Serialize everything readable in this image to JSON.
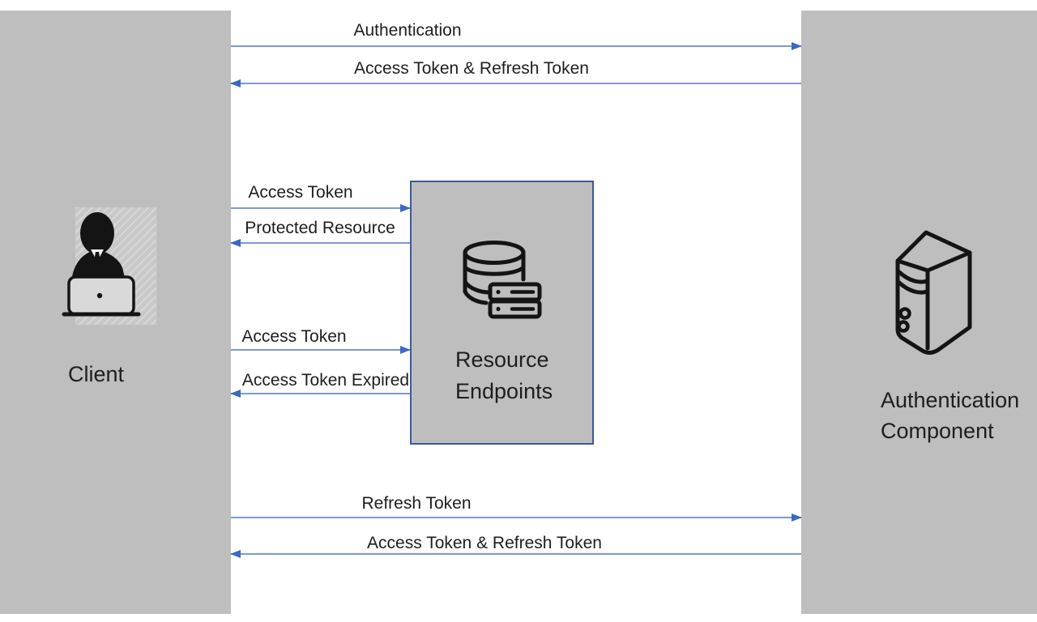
{
  "diagram": {
    "entities": {
      "client": {
        "label": "Client",
        "icon": "person-at-laptop-icon"
      },
      "resource_endpoints": {
        "line1": "Resource",
        "line2": "Endpoints",
        "icon": "database-icon"
      },
      "authentication_component": {
        "line1": "Authentication",
        "line2": "Component",
        "icon": "server-icon"
      }
    },
    "messages": [
      {
        "label": "Authentication",
        "from": "client",
        "to": "authentication_component",
        "direction": "right"
      },
      {
        "label": "Access Token & Refresh Token",
        "from": "authentication_component",
        "to": "client",
        "direction": "left"
      },
      {
        "label": "Access Token",
        "from": "client",
        "to": "resource_endpoints",
        "direction": "right"
      },
      {
        "label": "Protected Resource",
        "from": "resource_endpoints",
        "to": "client",
        "direction": "left"
      },
      {
        "label": "Access Token",
        "from": "client",
        "to": "resource_endpoints",
        "direction": "right"
      },
      {
        "label": "Access Token Expired",
        "from": "resource_endpoints",
        "to": "client",
        "direction": "left"
      },
      {
        "label": "Refresh Token",
        "from": "client",
        "to": "authentication_component",
        "direction": "right"
      },
      {
        "label": "Access Token & Refresh Token",
        "from": "authentication_component",
        "to": "client",
        "direction": "left"
      }
    ],
    "colors": {
      "panel_gray": "#bebebe",
      "box_border_blue": "#3d5a96",
      "arrow_line_blue": "#7c99d6",
      "arrow_head_blue": "#3c68c4",
      "text": "#1e1e1e"
    }
  }
}
